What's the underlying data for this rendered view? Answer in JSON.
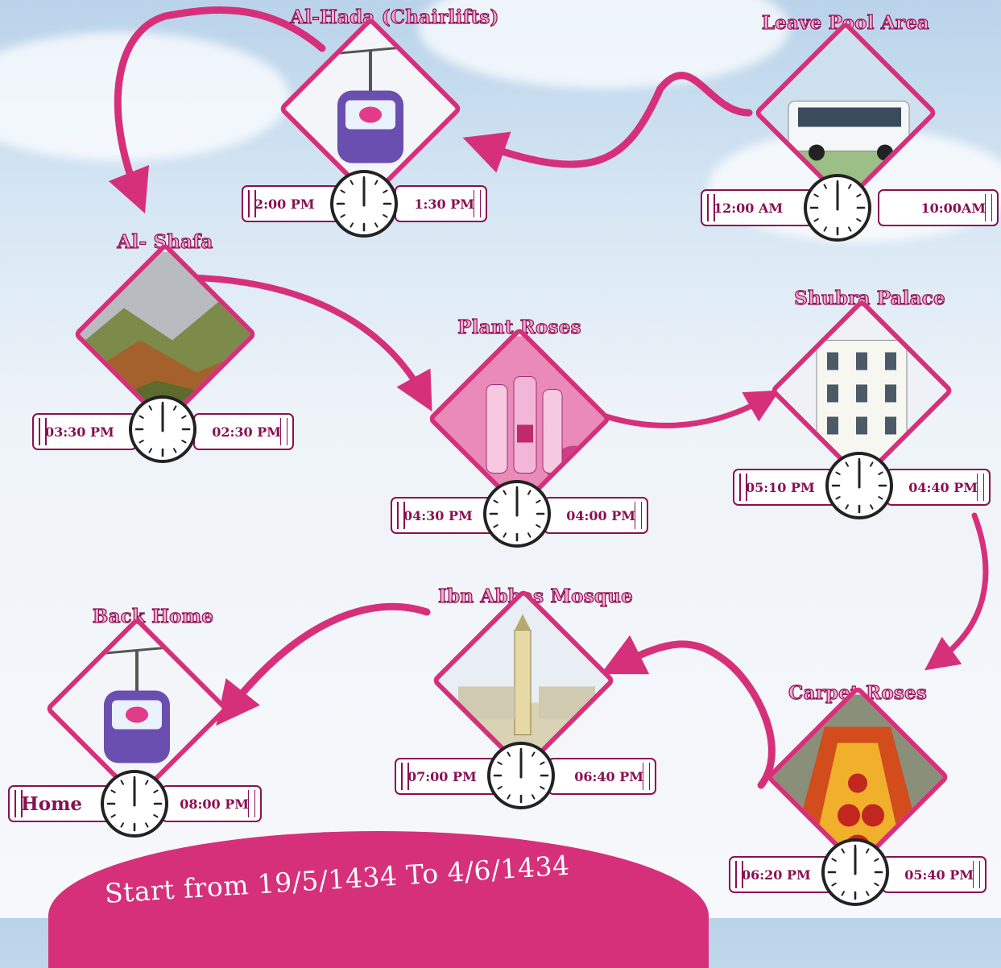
{
  "stops": [
    {
      "id": "leave-pool-area",
      "title": "Leave Pool Area",
      "left_time": "12:00 AM",
      "right_time": "10:00AM",
      "picture": "bus"
    },
    {
      "id": "al-hada",
      "title": "Al-Hada (Chairlifts)",
      "left_time": "2:00 PM",
      "right_time": "1:30 PM",
      "picture": "cable-car"
    },
    {
      "id": "al-shafa",
      "title": "Al- Shafa",
      "left_time": "03:30 PM",
      "right_time": "02:30 PM",
      "picture": "mountains"
    },
    {
      "id": "plant-roses",
      "title": "Plant Roses",
      "left_time": "04:30 PM",
      "right_time": "04:00 PM",
      "picture": "rose-water-bottles"
    },
    {
      "id": "shubra-palace",
      "title": "Shubra Palace",
      "left_time": "05:10 PM",
      "right_time": "04:40 PM",
      "picture": "palace"
    },
    {
      "id": "carpet-roses",
      "title": "Carpet Roses",
      "left_time": "06:20 PM",
      "right_time": "05:40 PM",
      "picture": "flower-carpet"
    },
    {
      "id": "ibn-abbas-mosque",
      "title": "Ibn Abbas Mosque",
      "left_time": "07:00 PM",
      "right_time": "06:40 PM",
      "picture": "mosque"
    },
    {
      "id": "back-home",
      "title": "Back Home",
      "left_time": "Home",
      "right_time": "08:00 PM",
      "picture": "cable-car"
    }
  ],
  "banner": {
    "text": "Start from 19/5/1434 To 4/6/1434"
  },
  "colors": {
    "accent": "#d6307b",
    "dark_text": "#8a0f52",
    "title_fill": "#f7a9d2"
  }
}
